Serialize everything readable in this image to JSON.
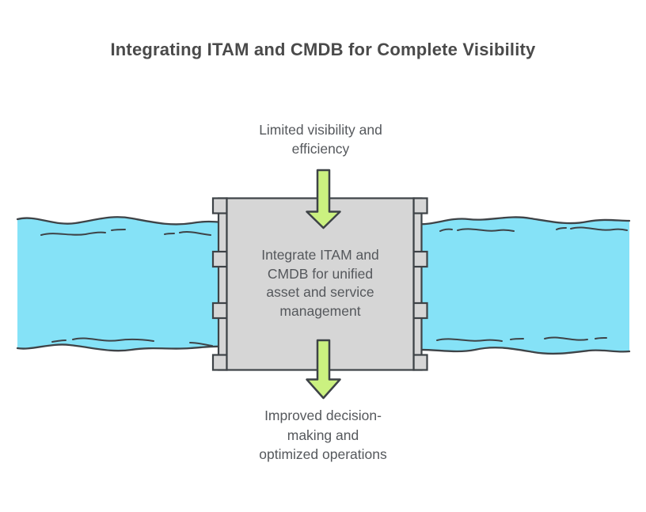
{
  "title": "Integrating ITAM and CMDB for Complete Visibility",
  "flow": {
    "input_label": "Limited visibility and\nefficiency",
    "process_label": "Integrate ITAM and\nCMDB for unified\nasset and service\nmanagement",
    "output_label": "Improved decision-\nmaking and\noptimized operations"
  },
  "icons": {
    "top_arrow": "down-arrow",
    "bottom_arrow": "down-arrow",
    "left_shape": "water-flow-band",
    "right_shape": "water-flow-band",
    "center_shape": "pipe-coupling-box"
  },
  "colors": {
    "band_blue": "#85E2F7",
    "arrow_green": "#CBF180",
    "box_gray": "#D6D6D6",
    "outline": "#3E4347",
    "title_text": "#4A4A4A",
    "body_text": "#55585C"
  }
}
